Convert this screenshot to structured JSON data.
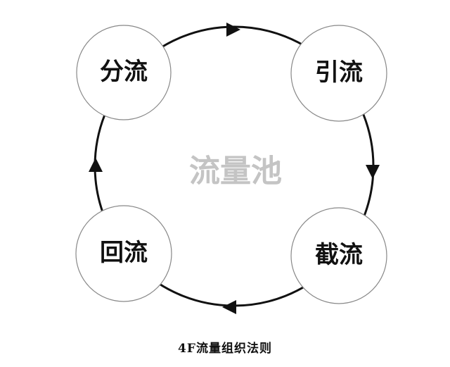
{
  "diagram": {
    "center_label": "流量池",
    "nodes": [
      {
        "id": "top-left",
        "label": "分流"
      },
      {
        "id": "top-right",
        "label": "引流"
      },
      {
        "id": "bottom-right",
        "label": "截流"
      },
      {
        "id": "bottom-left",
        "label": "回流"
      }
    ],
    "caption": "4F流量组织法则",
    "colors": {
      "line": "#111111",
      "node_border": "#888888",
      "center_text": "#c4c4c4"
    }
  }
}
